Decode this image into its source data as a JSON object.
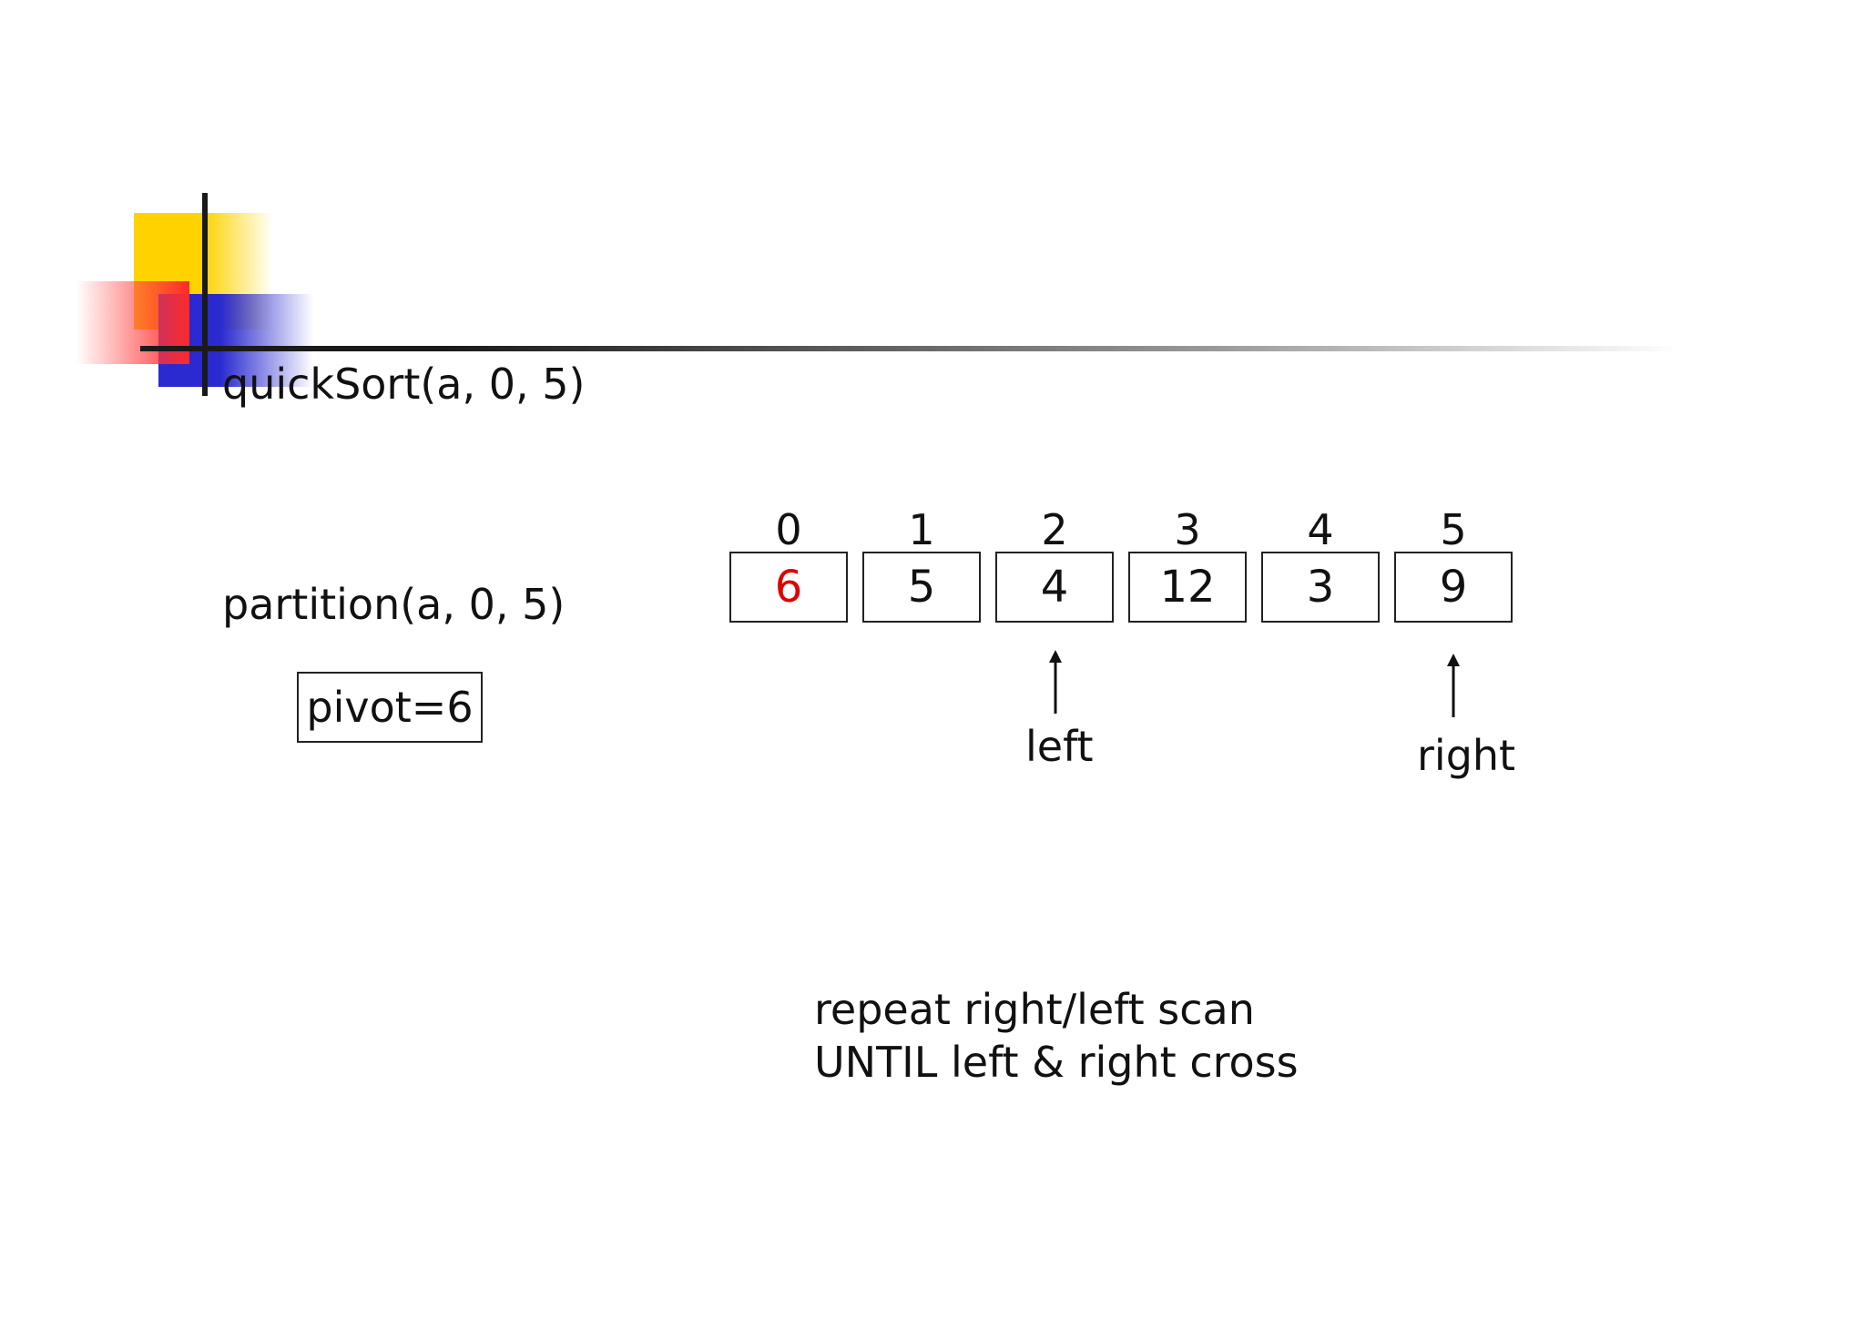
{
  "slide": {
    "call_label": "quickSort(a, 0, 5)",
    "partition_label": "partition(a, 0, 5)",
    "pivot_label": "pivot=6"
  },
  "array": {
    "cells": [
      {
        "index": "0",
        "value": "6"
      },
      {
        "index": "1",
        "value": "5"
      },
      {
        "index": "2",
        "value": "4"
      },
      {
        "index": "3",
        "value": "12"
      },
      {
        "index": "4",
        "value": "3"
      },
      {
        "index": "5",
        "value": "9"
      }
    ],
    "pivot_cell_index": 0
  },
  "pointers": {
    "left": {
      "label": "left",
      "at_index": 2
    },
    "right": {
      "label": "right",
      "at_index": 5
    }
  },
  "note": {
    "line1": "repeat right/left scan",
    "line2": "UNTIL left & right cross"
  },
  "colors": {
    "pivot_value": "#e00000",
    "text": "#111111",
    "ornament_yellow": "#ffd200",
    "ornament_blue": "#2a2ad0",
    "ornament_red": "#ff2a2a"
  }
}
